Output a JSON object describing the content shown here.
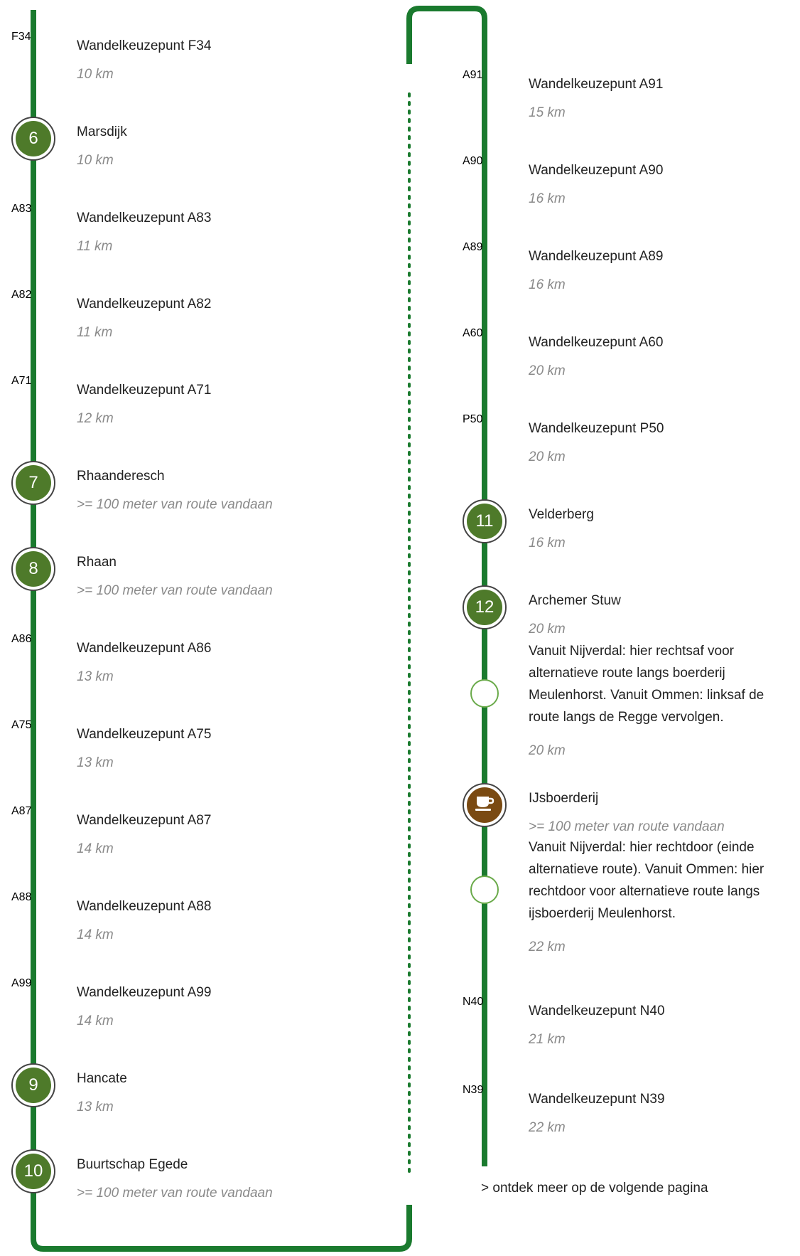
{
  "colors": {
    "route_line": "#1a7a2e",
    "knooppunt": "#f3a43c",
    "poi": "#4e7a2a",
    "cafe": "#7a4a12",
    "note_ring": "#6aaa4a",
    "distance_text": "#8a8a8a"
  },
  "left_column": [
    {
      "type": "knooppunt",
      "code": "F34",
      "name": "Wandelkeuzepunt F34",
      "distance": "10 km"
    },
    {
      "type": "poi",
      "code": "6",
      "name": "Marsdijk",
      "distance": "10 km"
    },
    {
      "type": "knooppunt",
      "code": "A83",
      "name": "Wandelkeuzepunt A83",
      "distance": "11 km"
    },
    {
      "type": "knooppunt",
      "code": "A82",
      "name": "Wandelkeuzepunt A82",
      "distance": "11 km"
    },
    {
      "type": "knooppunt",
      "code": "A71",
      "name": "Wandelkeuzepunt A71",
      "distance": "12 km"
    },
    {
      "type": "poi",
      "code": "7",
      "name": "Rhaanderesch",
      "distance": ">= 100 meter van route vandaan"
    },
    {
      "type": "poi",
      "code": "8",
      "name": "Rhaan",
      "distance": ">= 100 meter van route vandaan"
    },
    {
      "type": "knooppunt",
      "code": "A86",
      "name": "Wandelkeuzepunt A86",
      "distance": "13 km"
    },
    {
      "type": "knooppunt",
      "code": "A75",
      "name": "Wandelkeuzepunt A75",
      "distance": "13 km"
    },
    {
      "type": "knooppunt",
      "code": "A87",
      "name": "Wandelkeuzepunt A87",
      "distance": "14 km"
    },
    {
      "type": "knooppunt",
      "code": "A88",
      "name": "Wandelkeuzepunt A88",
      "distance": "14 km"
    },
    {
      "type": "knooppunt",
      "code": "A99",
      "name": "Wandelkeuzepunt A99",
      "distance": "14 km"
    },
    {
      "type": "poi",
      "code": "9",
      "name": "Hancate",
      "distance": "13 km"
    },
    {
      "type": "poi",
      "code": "10",
      "name": "Buurtschap Egede",
      "distance": ">= 100 meter van route vandaan"
    }
  ],
  "right_column": [
    {
      "type": "knooppunt",
      "code": "A91",
      "name": "Wandelkeuzepunt A91",
      "distance": "15 km"
    },
    {
      "type": "knooppunt",
      "code": "A90",
      "name": "Wandelkeuzepunt A90",
      "distance": "16 km"
    },
    {
      "type": "knooppunt",
      "code": "A89",
      "name": "Wandelkeuzepunt A89",
      "distance": "16 km"
    },
    {
      "type": "knooppunt",
      "code": "A60",
      "name": "Wandelkeuzepunt A60",
      "distance": "20 km"
    },
    {
      "type": "knooppunt",
      "code": "P50",
      "name": "Wandelkeuzepunt P50",
      "distance": "20 km"
    },
    {
      "type": "poi",
      "code": "11",
      "name": "Velderberg",
      "distance": "16 km"
    },
    {
      "type": "poi",
      "code": "12",
      "name": "Archemer Stuw",
      "distance": "20 km"
    },
    {
      "type": "note",
      "lines": [
        "Vanuit Nijverdal: hier rechtsaf voor",
        "alternatieve route langs boerderij",
        "Meulenhorst. Vanuit Ommen: linksaf de",
        "route langs de Regge vervolgen."
      ],
      "distance": "20 km"
    },
    {
      "type": "cafe",
      "icon": "coffee-cup-icon",
      "name": "IJsboerderij",
      "distance": ">= 100 meter van route vandaan"
    },
    {
      "type": "note",
      "lines": [
        "Vanuit Nijverdal: hier rechtdoor (einde",
        "alternatieve route). Vanuit Ommen:  hier",
        "rechtdoor voor alternatieve route langs",
        "ijsboerderij Meulenhorst."
      ],
      "distance": "22 km"
    },
    {
      "type": "knooppunt",
      "code": "N40",
      "name": "Wandelkeuzepunt N40",
      "distance": "21 km"
    },
    {
      "type": "knooppunt",
      "code": "N39",
      "name": "Wandelkeuzepunt N39",
      "distance": "22 km"
    }
  ],
  "more_link": "> ontdek meer op de volgende pagina"
}
